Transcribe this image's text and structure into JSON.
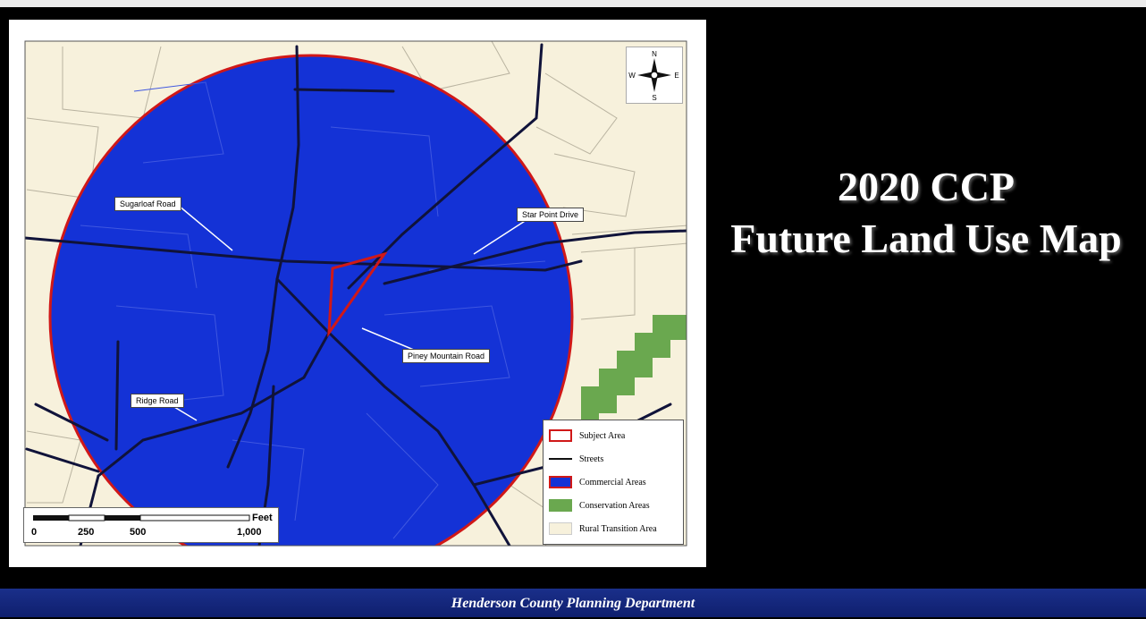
{
  "title": {
    "line1": "2020 CCP",
    "line2": "Future Land Use Map"
  },
  "footer": "Henderson County Planning Department",
  "map": {
    "labels": {
      "sugarloaf": "Sugarloaf Road",
      "star_point": "Star Point Drive",
      "piney": "Piney Mountain Road",
      "ridge": "Ridge Road"
    },
    "compass": {
      "n": "N",
      "s": "S",
      "e": "E",
      "w": "W"
    },
    "scale": {
      "unit": "Feet",
      "ticks": [
        "0",
        "250",
        "500",
        "1,000"
      ]
    },
    "legend": [
      {
        "label": "Subject Area",
        "type": "outline",
        "color": "#d01818"
      },
      {
        "label": "Streets",
        "type": "line",
        "color": "#111111"
      },
      {
        "label": "Commercial Areas",
        "type": "fill",
        "color": "#1432d6",
        "outline": "#d01818"
      },
      {
        "label": "Conservation Areas",
        "type": "fill",
        "color": "#6aa84f"
      },
      {
        "label": "Rural Transition Area",
        "type": "fill",
        "color": "#f7f1dc"
      }
    ],
    "colors": {
      "commercial": "#1432d6",
      "conservation": "#6aa84f",
      "rural": "#f7f1dc",
      "subject": "#d01818",
      "street": "#111133"
    }
  }
}
